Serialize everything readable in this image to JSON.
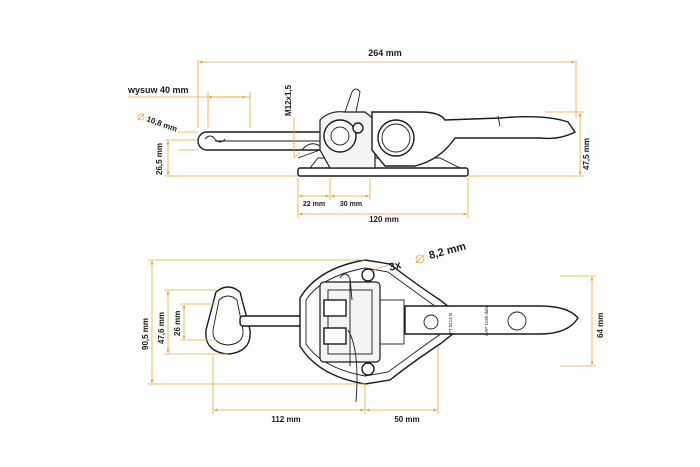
{
  "colors": {
    "dimension": "#e8a83a",
    "part_outline": "#1a1a1a",
    "text": "#1a1a1a",
    "background": "#ffffff"
  },
  "side_view": {
    "overall_length": "264 mm",
    "stroke_label": "wysuw 40 mm",
    "thread": "M12x1,5",
    "pin_diameter": "10,8 mm",
    "pin_height": "26,5 mm",
    "total_height": "47,5 mm",
    "base_offset_a": "22 mm",
    "base_offset_b": "30 mm",
    "base_length": "120 mm"
  },
  "top_view": {
    "holes": "3x",
    "hole_diameter": "8,2 mm",
    "overall_height": "90,5 mm",
    "height_mid": "47,6 mm",
    "height_small": "26 mm",
    "handle_width": "64 mm",
    "length_a": "112 mm",
    "length_b": "50 mm",
    "plate_text_1": "PT 0113 N",
    "plate_text_2": "CAP 1190 daN"
  }
}
